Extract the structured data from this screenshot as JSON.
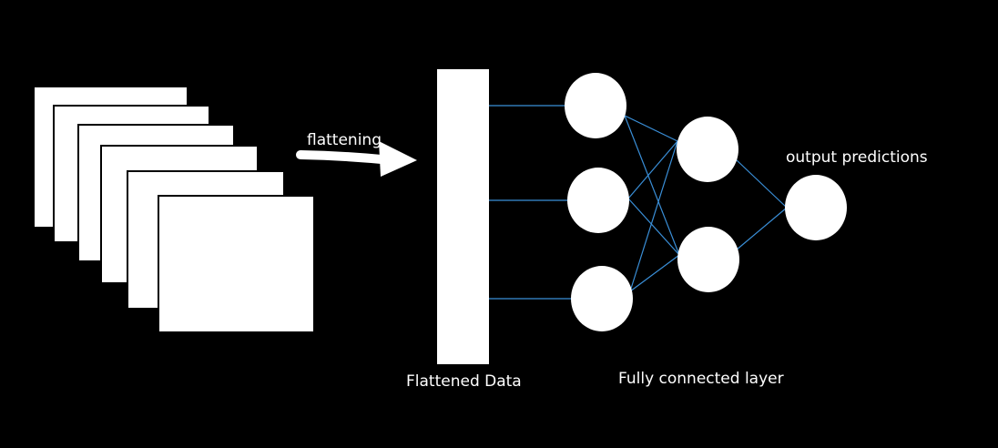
{
  "labels": {
    "flattening": "flattening",
    "flattened_data": "Flattened Data",
    "fully_connected_layer": "Fully connected layer",
    "output_predictions": "output predictions"
  },
  "colors": {
    "background": "#000000",
    "shapes": "#ffffff",
    "connections": "#3a8fd8"
  }
}
